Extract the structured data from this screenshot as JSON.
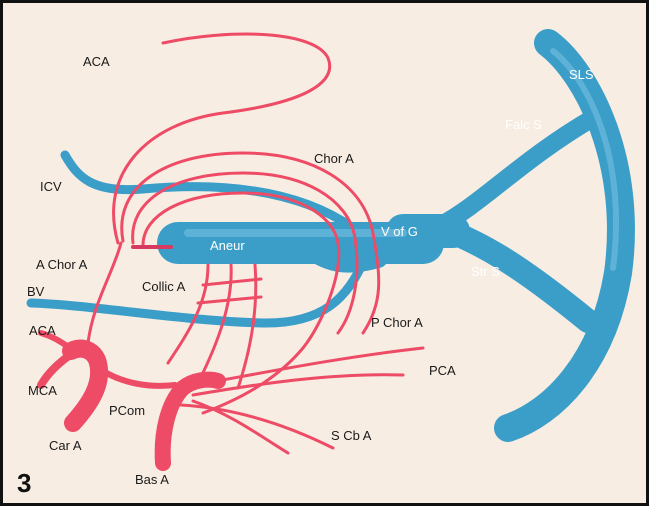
{
  "figure": {
    "number": "3",
    "labels": {
      "aca_top": "ACA",
      "icv": "ICV",
      "chor_a": "Chor A",
      "a_chor_a": "A Chor A",
      "collic_a": "Collic A",
      "bv": "BV",
      "aca_left": "ACA",
      "mca": "MCA",
      "pcom": "PCom",
      "car_a": "Car A",
      "bas_a": "Bas A",
      "s_cb_a": "S Cb A",
      "pca": "PCA",
      "p_chor_a": "P Chor A",
      "aneur": "Aneur",
      "vofg": "V of G",
      "str_s": "Str S",
      "falc_s": "Falc S",
      "sls": "SLS"
    }
  },
  "colors": {
    "background": "#f8ede2",
    "artery": "#ee4b66",
    "artery_light": "#f3788c",
    "vein": "#3a9ec9",
    "vein_dark": "#2a86b0",
    "vein_light": "#7cc3e2"
  }
}
